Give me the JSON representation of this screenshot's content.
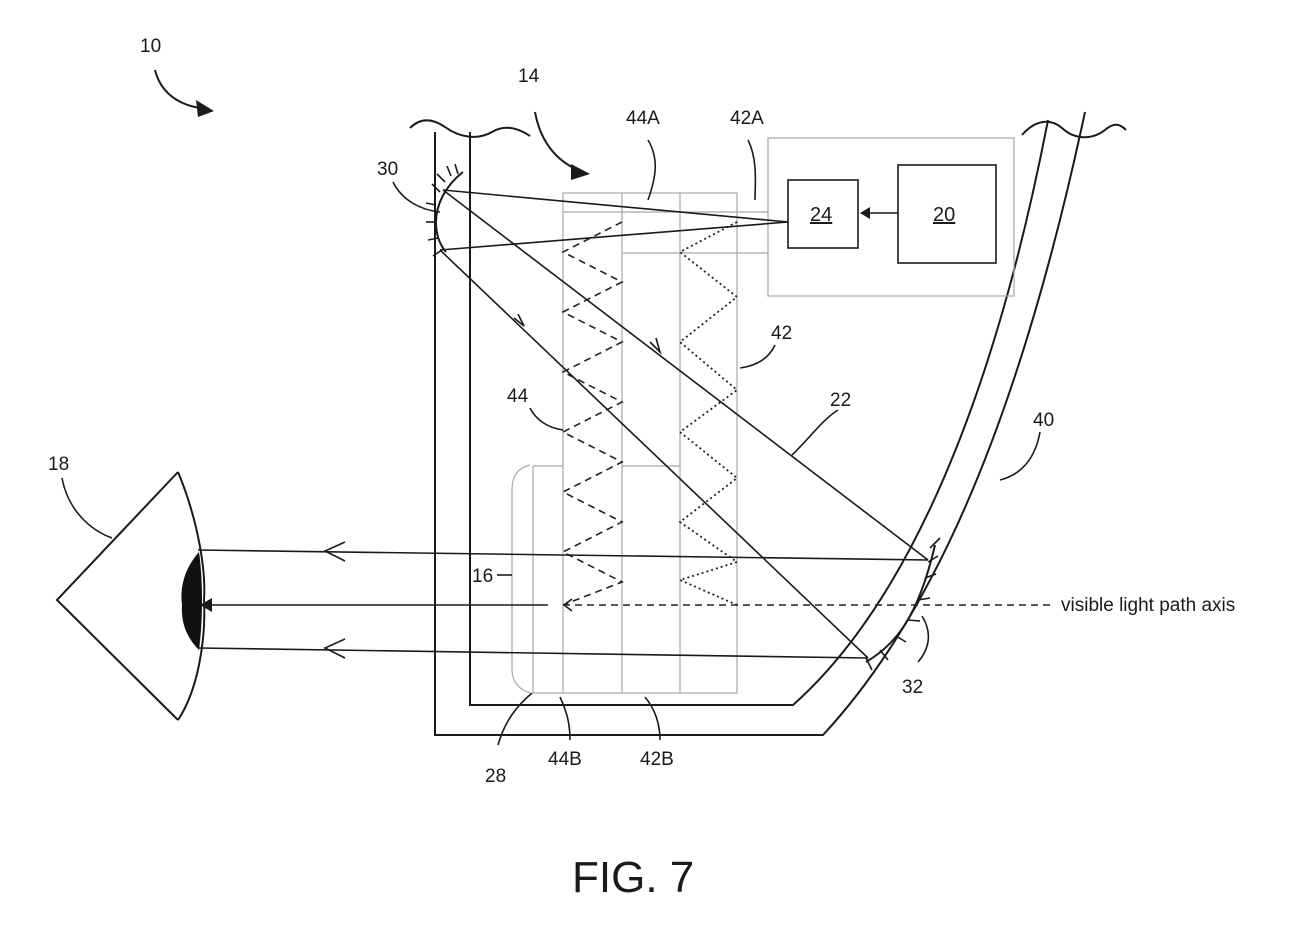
{
  "figure": {
    "caption": "FIG. 7",
    "axis_label": "visible light path axis"
  },
  "refs": {
    "r10": "10",
    "r14": "14",
    "r44A": "44A",
    "r42A": "42A",
    "r30": "30",
    "r24": "24",
    "r20": "20",
    "r42": "42",
    "r44": "44",
    "r22": "22",
    "r40": "40",
    "r18": "18",
    "r16": "16",
    "r32": "32",
    "r28": "28",
    "r44B": "44B",
    "r42B": "42B"
  }
}
